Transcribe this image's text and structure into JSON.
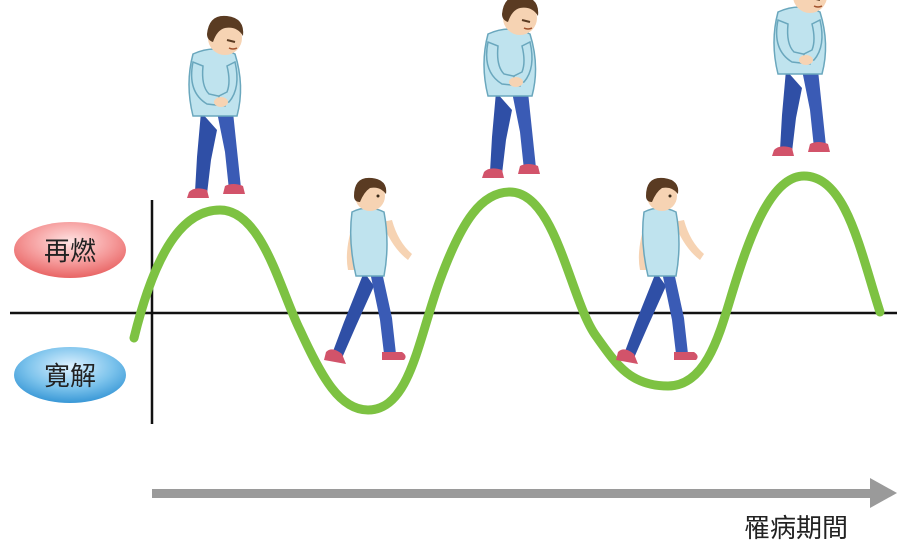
{
  "labels": {
    "relapse": "再燃",
    "remission": "寛解",
    "duration": "罹病期間"
  },
  "colors": {
    "wave": "#7dc242",
    "axis": "#111111",
    "arrow": "#9a9a9a",
    "relapse_pill": "#ee6b6b",
    "remission_pill": "#3d9fd9",
    "shirt": "#bfe3ee",
    "pants": "#2f4fa6",
    "hair": "#5a3b22",
    "skin": "#f6d3b3",
    "shoes": "#d2536a"
  },
  "figures": [
    {
      "state": "relapse",
      "pose": "hunched",
      "icon": "stomach-ache-person-icon"
    },
    {
      "state": "remission",
      "pose": "walking",
      "icon": "walking-person-icon"
    },
    {
      "state": "relapse",
      "pose": "hunched",
      "icon": "stomach-ache-person-icon"
    },
    {
      "state": "remission",
      "pose": "walking",
      "icon": "walking-person-icon"
    },
    {
      "state": "relapse",
      "pose": "hunched",
      "icon": "stomach-ache-person-icon"
    }
  ]
}
